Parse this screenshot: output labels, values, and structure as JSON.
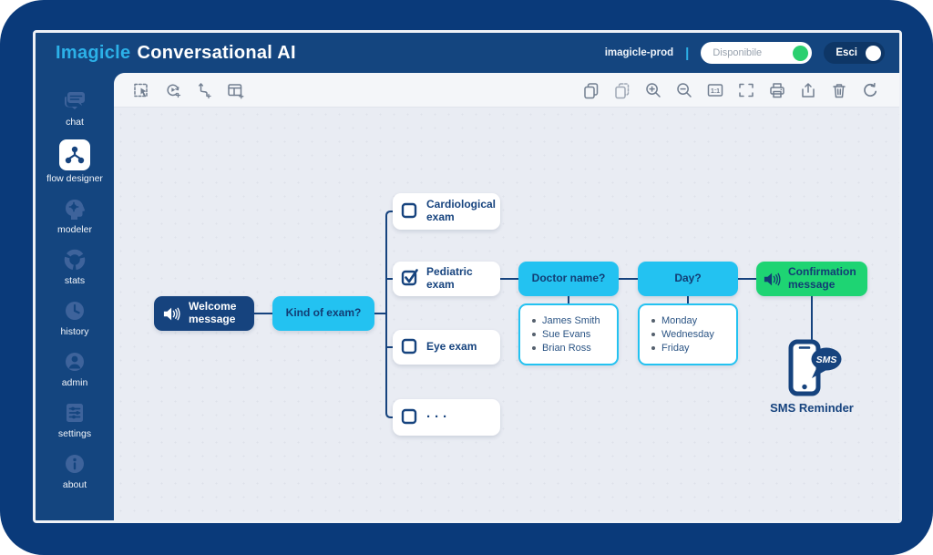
{
  "topbar": {
    "brand": {
      "logo": "Imagicle",
      "product": "Conversational AI"
    },
    "environment": "imagicle-prod",
    "separator": "|",
    "availability_toggle": {
      "label": "Disponibile",
      "on": true,
      "knob_color": "#2bd06f"
    },
    "logout_toggle": {
      "label": "Esci",
      "on": true
    }
  },
  "sidebar": {
    "items": [
      {
        "label": "chat",
        "icon": "chat-icon",
        "active": false
      },
      {
        "label": "flow designer",
        "icon": "flow-designer-icon",
        "active": true
      },
      {
        "label": "modeler",
        "icon": "modeler-icon",
        "active": false
      },
      {
        "label": "stats",
        "icon": "stats-icon",
        "active": false
      },
      {
        "label": "history",
        "icon": "history-icon",
        "active": false
      },
      {
        "label": "admin",
        "icon": "admin-icon",
        "active": false
      },
      {
        "label": "settings",
        "icon": "settings-icon",
        "active": false
      },
      {
        "label": "about",
        "icon": "about-icon",
        "active": false
      }
    ]
  },
  "toolbar": {
    "left_tools": [
      "select-area-icon",
      "add-action-icon",
      "add-branch-icon",
      "add-table-icon"
    ],
    "right_tools": [
      "copy-icon",
      "paste-icon",
      "zoom-in-icon",
      "zoom-out-icon",
      "one-to-one-icon",
      "fit-screen-icon",
      "print-icon",
      "export-icon",
      "trash-icon",
      "reset-icon"
    ],
    "one_to_one_label": "1:1"
  },
  "flow": {
    "welcome": {
      "label": "Welcome message",
      "type": "audio-message"
    },
    "kind_of_exam": {
      "label": "Kind of exam?"
    },
    "options": [
      {
        "label": "Cardiological exam",
        "checked": false
      },
      {
        "label": "Pediatric exam",
        "checked": true
      },
      {
        "label": "Eye exam",
        "checked": false
      },
      {
        "label": "···",
        "checked": false
      }
    ],
    "doctor": {
      "label": "Doctor name?",
      "choices": [
        "James Smith",
        "Sue Evans",
        "Brian Ross"
      ]
    },
    "day": {
      "label": "Day?",
      "choices": [
        "Monday",
        "Wednesday",
        "Friday"
      ]
    },
    "confirmation": {
      "label": "Confirmation message",
      "type": "audio-message"
    },
    "sms": {
      "badge": "SMS",
      "label": "SMS Reminder"
    }
  },
  "colors": {
    "frame": "#0a3a7a",
    "bar": "#14457f",
    "canvas": "#e9ecf3",
    "accent_cyan": "#23c2f1",
    "node_navy": "#16437e",
    "node_green": "#1ed473",
    "logo_cyan": "#2cb1e8",
    "toggle_green": "#2bd06f"
  }
}
